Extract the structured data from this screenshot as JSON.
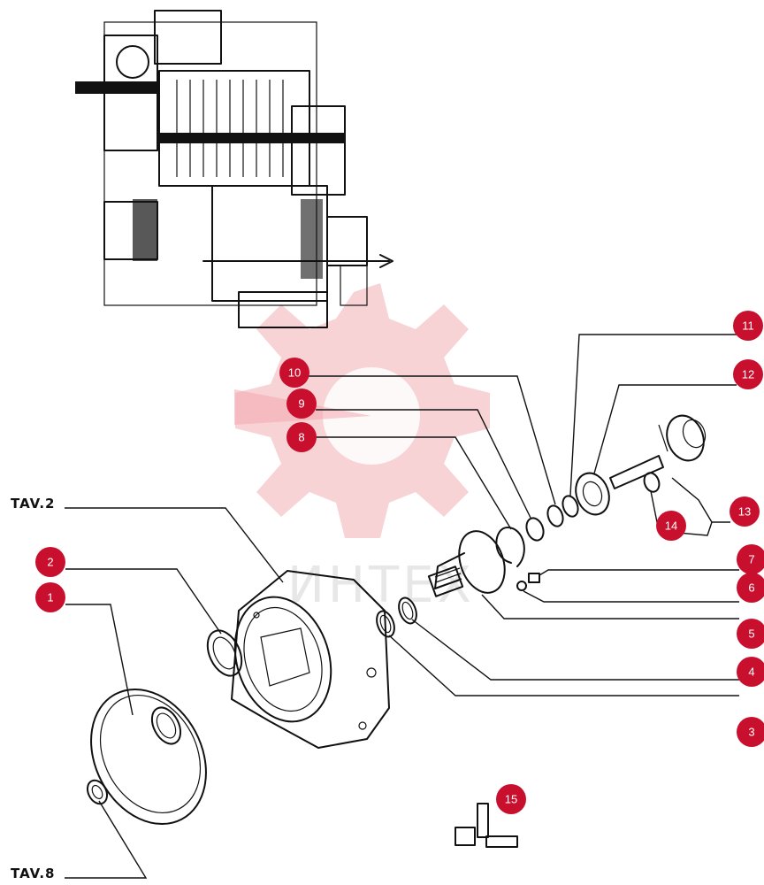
{
  "table_refs": {
    "upper": "TAV.2",
    "lower": "TAV.8"
  },
  "callouts": [
    "1",
    "2",
    "3",
    "4",
    "5",
    "6",
    "7",
    "8",
    "9",
    "10",
    "11",
    "12",
    "13",
    "14",
    "15"
  ],
  "watermark": {
    "text": "ИНТЕХ"
  },
  "colors": {
    "callout": "#c8102e",
    "ink": "#111111",
    "watermark": "#f2a7ae"
  }
}
